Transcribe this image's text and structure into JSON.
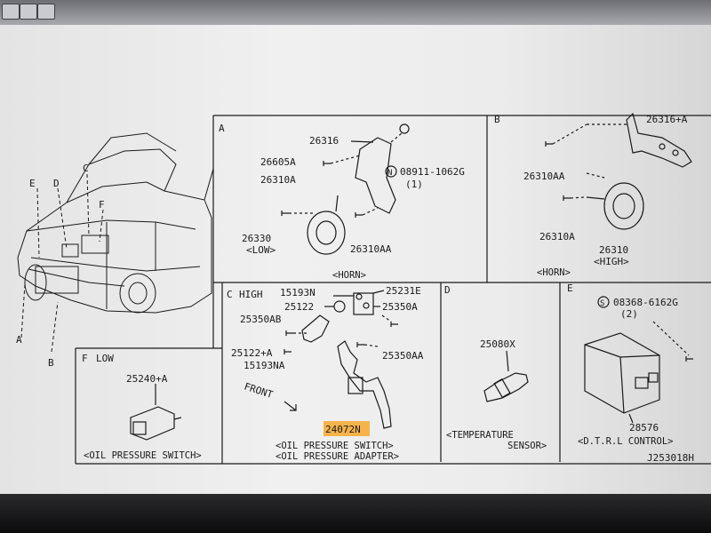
{
  "sections": {
    "A": {
      "letter": "A",
      "caption": "<HORN>",
      "parts": [
        "26316",
        "26605A",
        "26310A",
        "08911-1062G",
        "(1)",
        "26330",
        "<LOW>",
        "26310AA"
      ]
    },
    "B": {
      "letter": "B",
      "caption": "<HORN>",
      "parts": [
        "26316+A",
        "26310AA",
        "26310A",
        "26310",
        "<HIGH>"
      ]
    },
    "C": {
      "letter": "C",
      "title": "HIGH",
      "parts": [
        "15193N",
        "25231E",
        "25122",
        "25350A",
        "25350AB",
        "25122+A",
        "15193NA",
        "25350AA"
      ],
      "front_label": "FRONT",
      "highlighted_part": "24072N",
      "caption_1": "<OIL PRESSURE SWITCH>",
      "caption_2": "<OIL PRESSURE ADAPTER>"
    },
    "D": {
      "letter": "D",
      "part": "25080X",
      "caption_1": "<TEMPERATURE",
      "caption_2": "SENSOR>"
    },
    "E": {
      "letter": "E",
      "part": "08368-6162G",
      "qty": "(2)",
      "part_2": "28576",
      "caption": "<D.T.R.L CONTROL>"
    },
    "F": {
      "letter": "F",
      "title": "LOW",
      "part": "25240+A",
      "caption": "<OIL PRESSURE SWITCH>"
    }
  },
  "vehicle_callouts": [
    "A",
    "B",
    "C",
    "D",
    "E",
    "F"
  ],
  "drawing_id": "J253018H",
  "colors": {
    "highlight": "#f6b34a",
    "paper": "#ececec",
    "ink": "#1a1a1a"
  }
}
